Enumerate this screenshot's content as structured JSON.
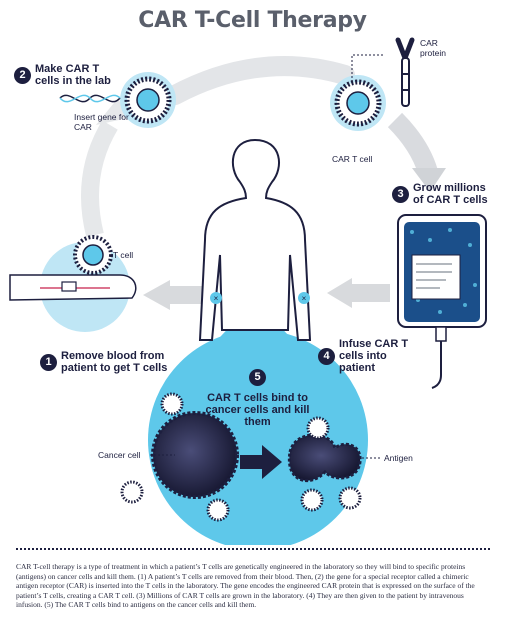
{
  "title": "CAR T-Cell Therapy",
  "labels": {
    "step2": "Make CAR T cells in the lab",
    "insert_gene": "Insert gene for CAR",
    "car_protein": "CAR protein",
    "car_t_cell": "CAR T cell",
    "step3": "Grow millions of CAR T cells",
    "t_cell": "T cell",
    "step1": "Remove blood from patient to get T cells",
    "step4": "Infuse CAR T cells into patient",
    "step5": "CAR T cells bind to cancer cells and kill them",
    "cancer_cell": "Cancer cell",
    "antigen": "Antigen"
  },
  "step_numbers": {
    "s1": "1",
    "s2": "2",
    "s3": "3",
    "s4": "4",
    "s5": "5"
  },
  "colors": {
    "navy": "#1d1f3f",
    "light_blue": "#5ec8ea",
    "pale_blue": "#bfe6f5",
    "gray_arrow": "#d6d8dc"
  },
  "description": "CAR T-cell therapy is a type of treatment in which a patient’s T cells are genetically engineered in the laboratory so they will bind to specific proteins (antigens) on cancer cells and kill them. (1) A patient’s T cells are removed from their blood. Then, (2) the gene for a special receptor called a chimeric antigen receptor (CAR) is inserted into the T cells in the laboratory. The gene encodes the engineered CAR protein that is expressed on the surface of the patient’s T cells, creating a CAR T cell. (3) Millions of CAR T cells are grown in the laboratory. (4) They are then given to the patient by intravenous infusion. (5) The CAR T cells bind to antigens on the cancer cells and kill them."
}
